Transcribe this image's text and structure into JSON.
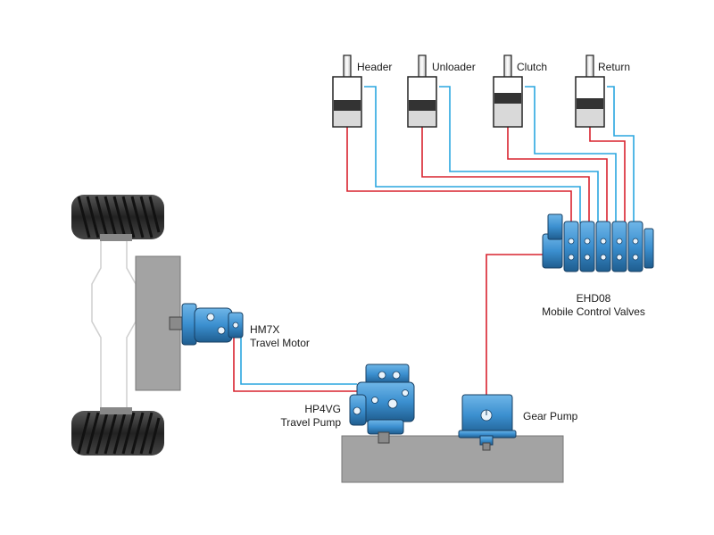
{
  "colors": {
    "pressure_line": "#d8232f",
    "return_line": "#2aa6df",
    "component_blue": "#3b8fcf",
    "component_dark": "#1f5d8f",
    "base_gray": "#9b9b9b",
    "tire_dark": "#2d2d2d"
  },
  "cylinders": [
    {
      "label": "Header"
    },
    {
      "label": "Unloader"
    },
    {
      "label": "Clutch"
    },
    {
      "label": "Return"
    }
  ],
  "valves": {
    "line1": "EHD08",
    "line2": "Mobile Control Valves"
  },
  "motor": {
    "line1": "HM7X",
    "line2": "Travel Motor"
  },
  "travel_pump": {
    "line1": "HP4VG",
    "line2": "Travel Pump"
  },
  "gear_pump": {
    "label": "Gear Pump"
  }
}
